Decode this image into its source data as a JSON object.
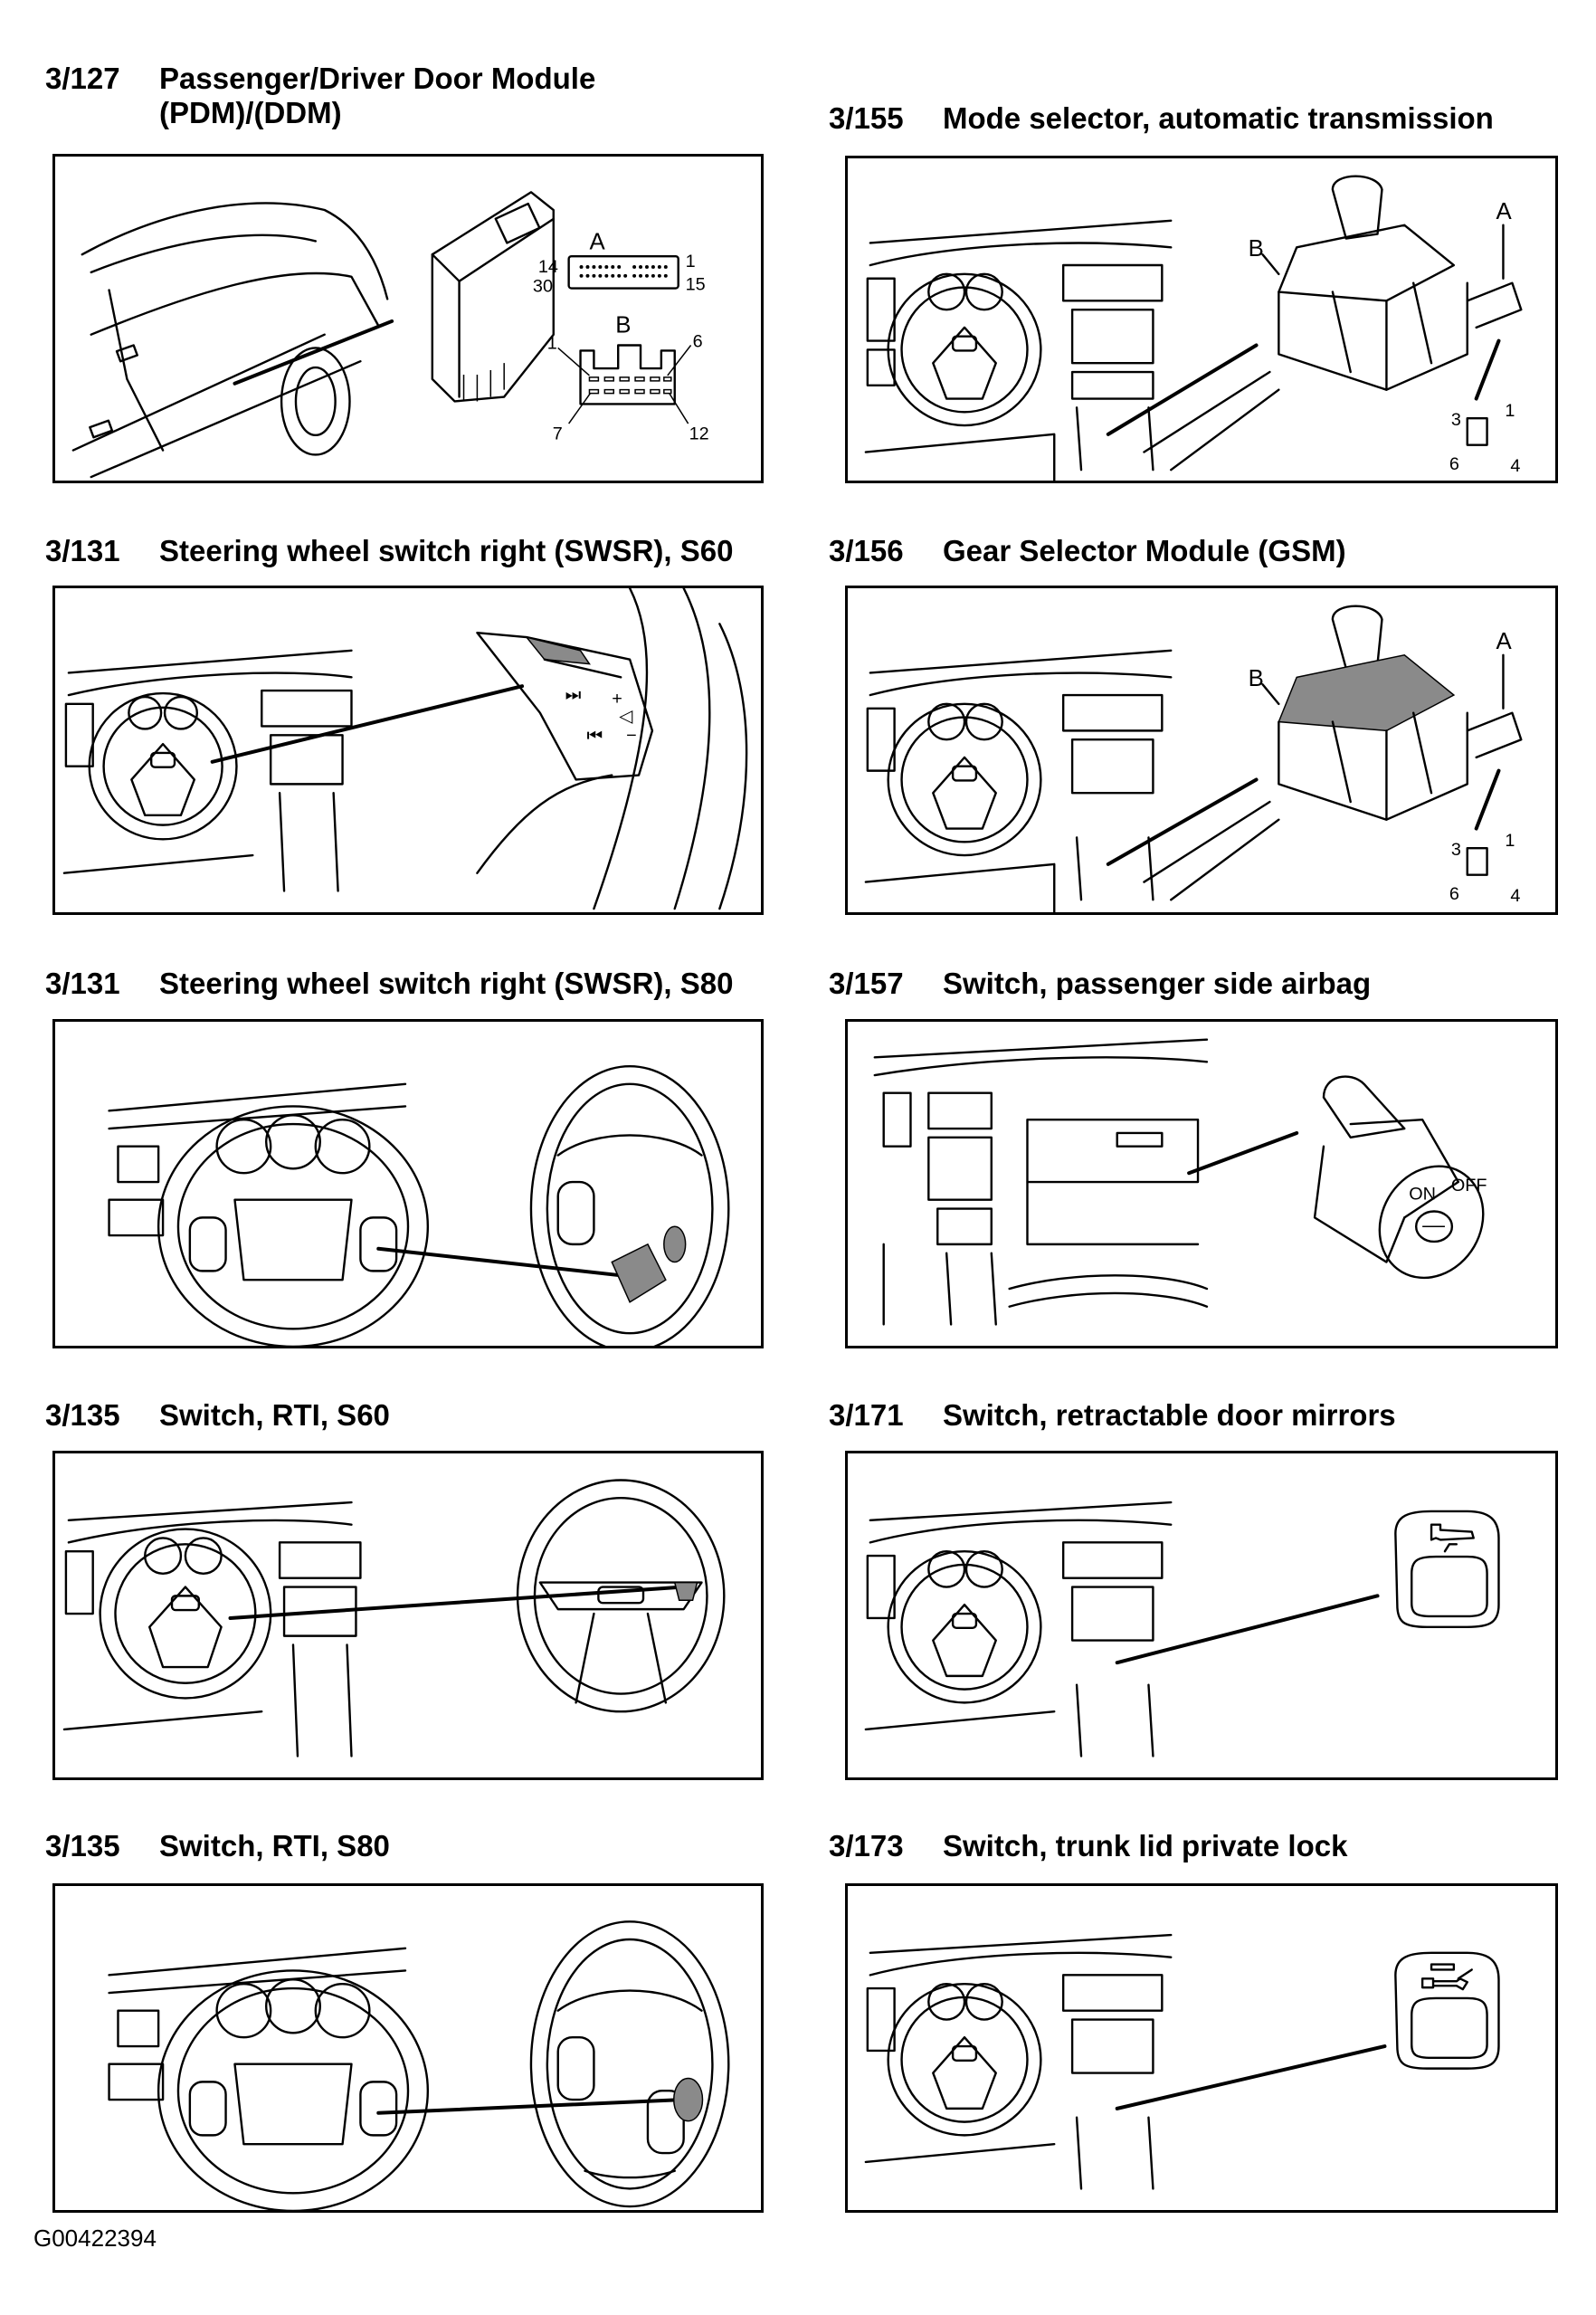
{
  "panels": [
    {
      "code": "3/127",
      "title_line1": "Passenger/Driver Door Module",
      "title_line2": "(PDM)/(DDM)",
      "connector_a": {
        "label": "A",
        "pins": [
          "14",
          "1",
          "30",
          "15"
        ]
      },
      "connector_b": {
        "label": "B",
        "pins": [
          "1",
          "6",
          "7",
          "12"
        ]
      }
    },
    {
      "code": "3/155",
      "title": "Mode selector, automatic transmission",
      "callouts": [
        "A",
        "B"
      ],
      "pins": [
        "3",
        "1",
        "6",
        "4"
      ]
    },
    {
      "code": "3/131",
      "title": "Steering wheel switch right (SWSR), S60"
    },
    {
      "code": "3/156",
      "title": "Gear Selector Module (GSM)",
      "callouts": [
        "A",
        "B"
      ],
      "pins": [
        "3",
        "1",
        "6",
        "4"
      ]
    },
    {
      "code": "3/131",
      "title": "Steering wheel switch right (SWSR), S80"
    },
    {
      "code": "3/157",
      "title": "Switch, passenger side airbag"
    },
    {
      "code": "3/135",
      "title": "Switch, RTI, S60"
    },
    {
      "code": "3/171",
      "title": "Switch, retractable door mirrors"
    },
    {
      "code": "3/135",
      "title": "Switch, RTI, S80"
    },
    {
      "code": "3/173",
      "title": "Switch, trunk lid private lock"
    }
  ],
  "footer": {
    "figure_id": "G00422394"
  }
}
